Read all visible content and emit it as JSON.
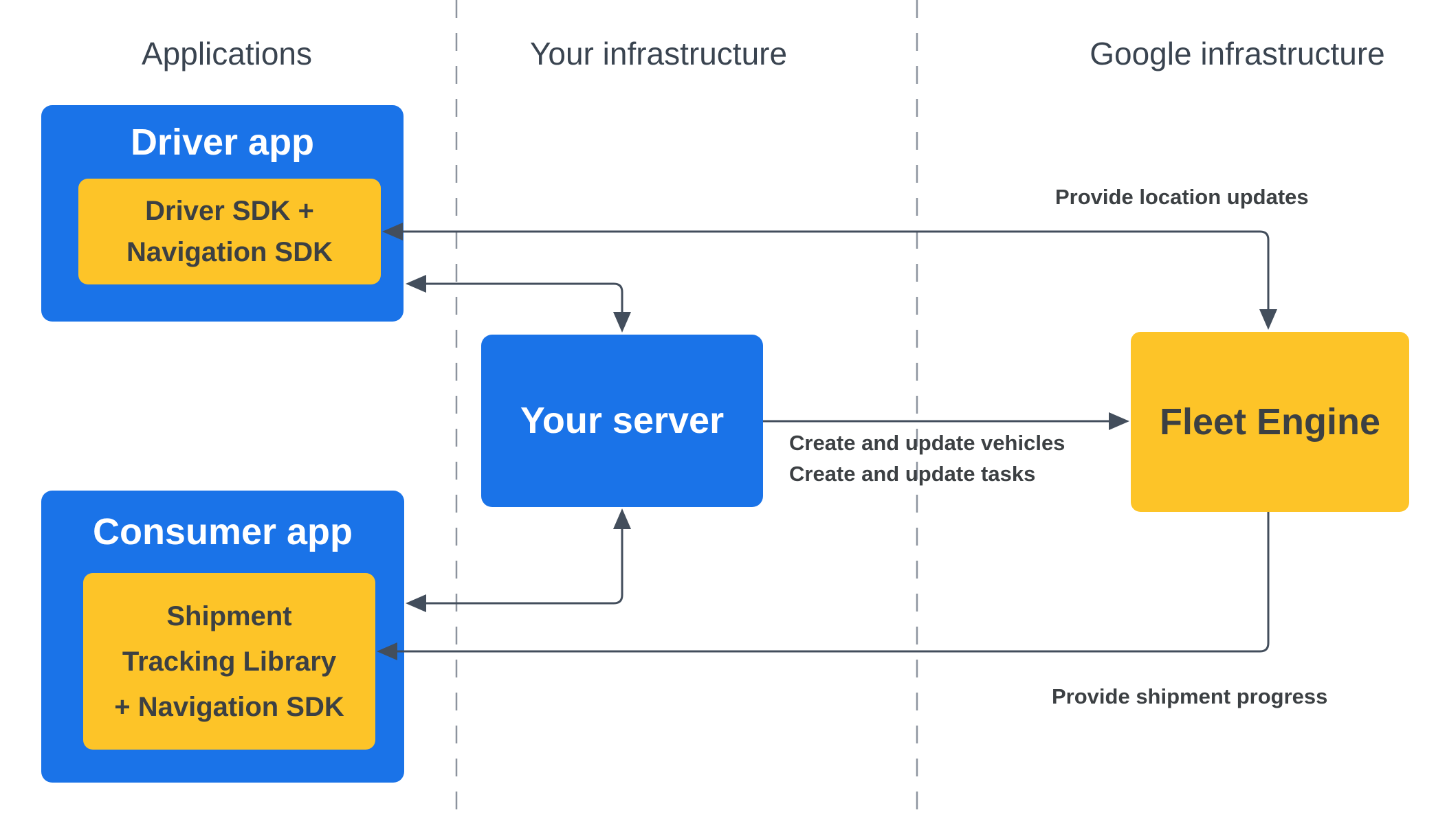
{
  "columns": {
    "applications": {
      "label": "Applications"
    },
    "your_infrastructure": {
      "label": "Your infrastructure"
    },
    "google_infrastructure": {
      "label": "Google infrastructure"
    }
  },
  "nodes": {
    "driver_app": {
      "title": "Driver app"
    },
    "driver_sdk": {
      "lines": [
        "Driver SDK +",
        "Navigation SDK"
      ]
    },
    "consumer_app": {
      "title": "Consumer app"
    },
    "shipment_lib": {
      "lines": [
        "Shipment",
        "Tracking Library",
        "+ Navigation SDK"
      ]
    },
    "your_server": {
      "title": "Your server"
    },
    "fleet_engine": {
      "title": "Fleet Engine"
    }
  },
  "edge_labels": {
    "provide_location_updates": "Provide location updates",
    "create_update_vehicles": "Create and update vehicles",
    "create_update_tasks": "Create and update tasks",
    "provide_shipment_progress": "Provide shipment progress"
  },
  "colors": {
    "box_blue": "#1a73e8",
    "box_yellow": "#fdc428",
    "connector": "#434e5c",
    "dark_text": "#3c4043",
    "header_text": "#3a4450",
    "divider_gray": "#8c939e",
    "background": "#ffffff"
  }
}
